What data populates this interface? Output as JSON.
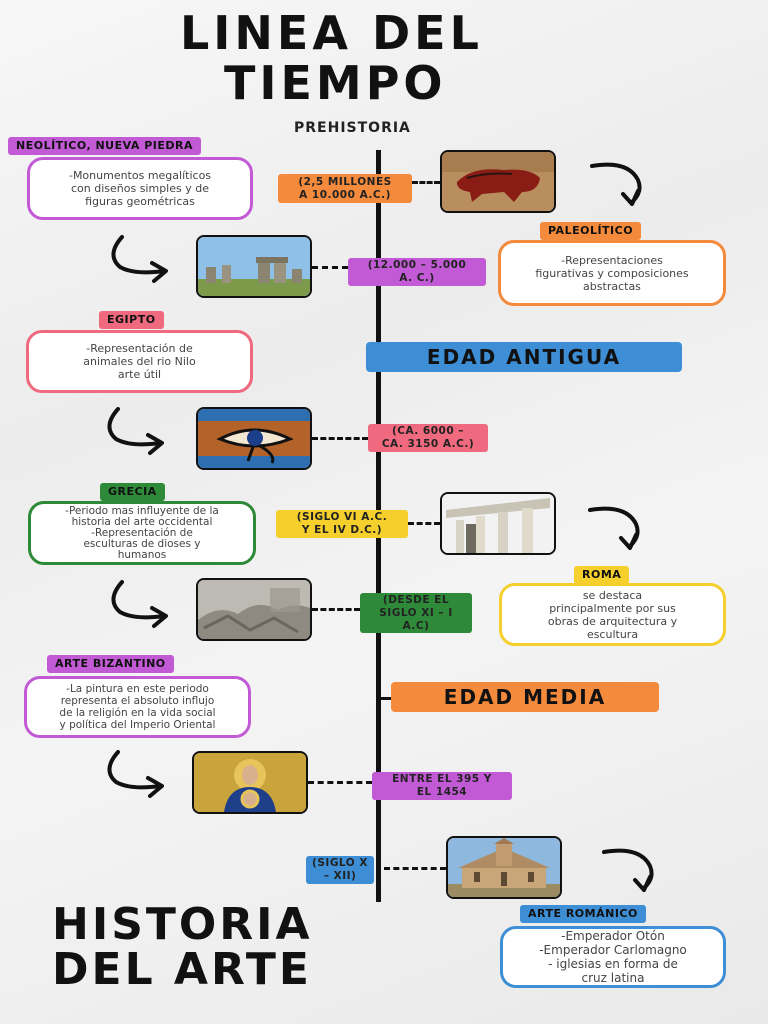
{
  "title": {
    "line1": "LINEA DEL",
    "line2": "TIEMPO"
  },
  "subtitle": "PREHISTORIA",
  "footer": {
    "line1": "HISTORIA",
    "line2": "DEL ARTE"
  },
  "eras": {
    "antigua": "EDAD ANTIGUA",
    "media": "EDAD MEDIA"
  },
  "colors": {
    "purple": "#c25ad6",
    "orange": "#f48a3c",
    "pink": "#ef6a7e",
    "green": "#2e8a38",
    "yellow": "#f5cf2c",
    "blue": "#3d8ed4",
    "timeline": "#111111"
  },
  "periods": {
    "neolitico": {
      "label": "NEOLÍTICO, NUEVA PIEDRA",
      "date": "(12.000 – 5.000\nA. C.)",
      "desc": "-Monumentos megalíticos\ncon diseños simples y de\nfiguras geométricas"
    },
    "paleolitico": {
      "label": "PALEOLÍTICO",
      "date": "(2,5 MILLONES\nA 10.000 A.C.)",
      "desc": "-Representaciones\nfigurativas y composiciones\nabstractas"
    },
    "egipto": {
      "label": "EGIPTO",
      "date": "(CA. 6000 –\nCA. 3150 A.C.)",
      "desc": "-Representación de\nanimales del rio Nilo\narte útil"
    },
    "grecia": {
      "label": "GRECIA",
      "date": "(DESDE EL\nSIGLO XI – I\nA.C)",
      "desc": "-Periodo mas influyente de la\nhistoria del arte occidental\n-Representación de\nesculturas de dioses y\nhumanos"
    },
    "roma": {
      "label": "ROMA",
      "date": "(SIGLO VI A.C.\nY EL IV D.C.)",
      "desc": "se destaca\nprincipalmente por sus\nobras de arquitectura y\nescultura"
    },
    "bizantino": {
      "label": "ARTE BIZANTINO",
      "date": "ENTRE EL 395 Y\nEL 1454",
      "desc": "-La pintura en este periodo\nrepresenta el absoluto influjo\nde la religión en la vida social\ny política del Imperio Oriental"
    },
    "romanico": {
      "label": "ARTE ROMÁNICO",
      "date": "(SIGLO X\n– XII)",
      "desc": "-Emperador Otón\n-Emperador Carlomagno\n- iglesias en forma de\ncruz latina"
    }
  },
  "icons": [
    "curved-arrow-icon",
    "cave-painting-image",
    "stonehenge-image",
    "eye-of-horus-image",
    "greek-ruins-image",
    "roman-temple-image",
    "byzantine-mosaic-image",
    "romanesque-church-image"
  ]
}
